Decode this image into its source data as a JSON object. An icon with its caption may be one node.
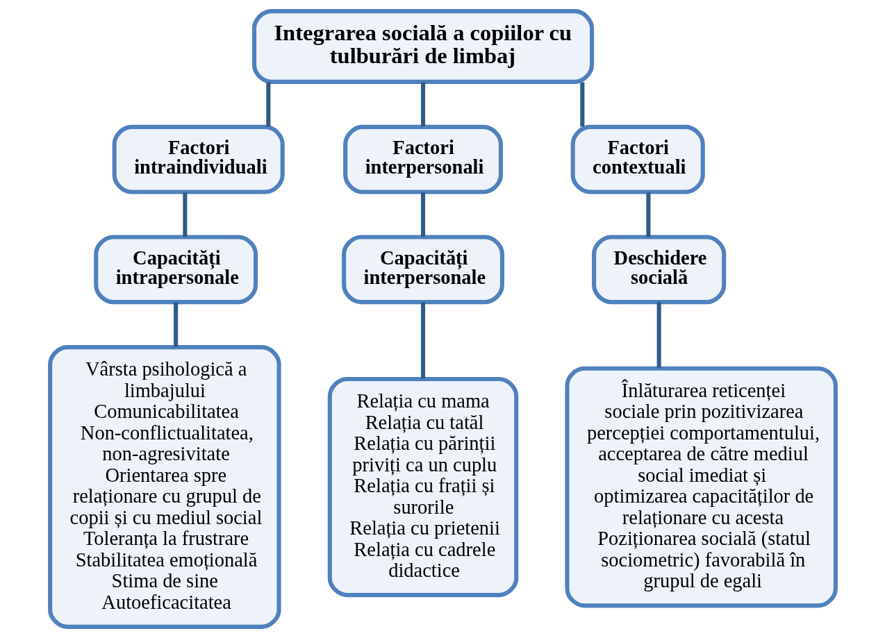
{
  "diagram": {
    "nodes": [
      {
        "text": [
          "Integrarea socială a copiilor cu tulburări de limbaj"
        ]
      },
      {
        "text": [
          "Factori intraindividuali"
        ]
      },
      {
        "text": [
          "Factori interpersonali"
        ]
      },
      {
        "text": [
          "Factori contextuali"
        ]
      },
      {
        "text": [
          "Capacități intrapersonale"
        ]
      },
      {
        "text": [
          "Capacități interpersonale"
        ]
      },
      {
        "text": [
          "Deschidere socială"
        ]
      },
      {
        "text": [
          "Vârsta psihologică a limbajului",
          "Comunicabilitatea",
          "Non-conflictualitatea, non-agresivitate",
          "Orientarea spre relaționare cu grupul de copii și cu mediul social",
          "Toleranța la frustrare",
          "Stabilitatea emoțională",
          "Stima de sine",
          "Autoeficacitatea"
        ]
      },
      {
        "text": [
          "Relația cu mama",
          "Relația cu tatăl",
          "Relația cu părinții priviți ca un cuplu",
          "Relația cu frații și surorile",
          "Relația cu prietenii",
          "Relația cu cadrele didactice"
        ]
      },
      {
        "text": [
          "Înlăturarea reticenței sociale prin pozitivizarea percepției comportamentului, acceptarea de către mediul social imediat și optimizarea capacităților de relaționare cu acesta",
          "Poziționarea socială (statul sociometric) favorabilă în grupul de egali"
        ]
      }
    ],
    "edges": [
      {
        "from": 0,
        "to": 1,
        "arrow": "none"
      },
      {
        "from": 0,
        "to": 2,
        "arrow": "none"
      },
      {
        "from": 0,
        "to": 3,
        "arrow": "none"
      },
      {
        "from": 1,
        "to": 4,
        "arrow": "none"
      },
      {
        "from": 2,
        "to": 5,
        "arrow": "none"
      },
      {
        "from": 3,
        "to": 6,
        "arrow": "none"
      },
      {
        "from": 4,
        "to": 7,
        "arrow": "none"
      },
      {
        "from": 5,
        "to": 8,
        "arrow": "none"
      },
      {
        "from": 6,
        "to": 9,
        "arrow": "none"
      }
    ]
  }
}
